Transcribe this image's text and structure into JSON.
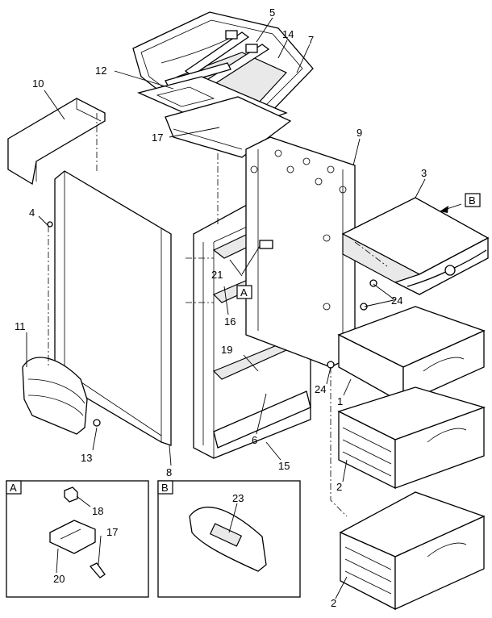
{
  "callouts": {
    "c1": "1",
    "c2a": "2",
    "c2b": "2",
    "c3": "3",
    "c4": "4",
    "c5": "5",
    "c6": "6",
    "c7": "7",
    "c8": "8",
    "c9": "9",
    "c10": "10",
    "c11": "11",
    "c12": "12",
    "c13": "13",
    "c14": "14",
    "c15": "15",
    "c16": "16",
    "c17": "17",
    "c17b": "17",
    "c18": "18",
    "c19": "19",
    "c20": "20",
    "c21": "21",
    "c23": "23",
    "c24a": "24",
    "c24b": "24"
  },
  "detail_refs": {
    "a_main": "A",
    "b_main": "B",
    "a_inset": "A",
    "b_inset": "B"
  }
}
